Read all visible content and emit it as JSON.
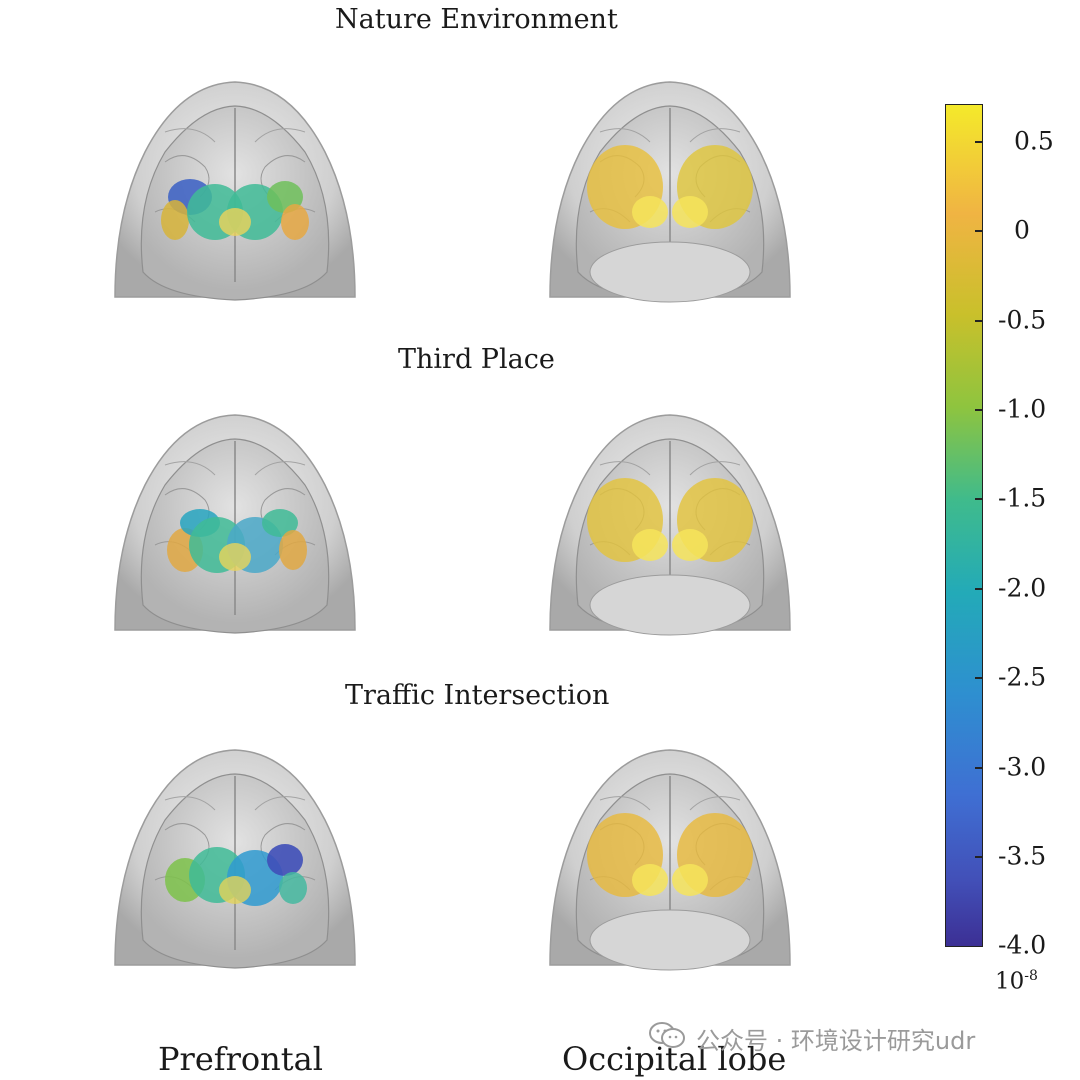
{
  "conditions": [
    {
      "title": "Nature Environment"
    },
    {
      "title": "Third Place"
    },
    {
      "title": "Traffic Intersection"
    }
  ],
  "columns": [
    "Prefrontal",
    "Occipital lobe"
  ],
  "colorbar": {
    "ticks": [
      "0.5",
      "0",
      "-0.5",
      "-1.0",
      "-1.5",
      "-2.0",
      "-2.5",
      "-3.0",
      "-3.5",
      "-4.0"
    ],
    "exponent_base": "10",
    "exponent_power": "-8",
    "colors": [
      "#f2e82b",
      "#f0b542",
      "#cdbf2a",
      "#79c24a",
      "#2fb8a0",
      "#21a6c2",
      "#3a86d1",
      "#4460c4",
      "#3d3a9e"
    ]
  },
  "watermark": {
    "icon": "wechat-icon",
    "text": "公众号 · 环境设计研究udr"
  }
}
